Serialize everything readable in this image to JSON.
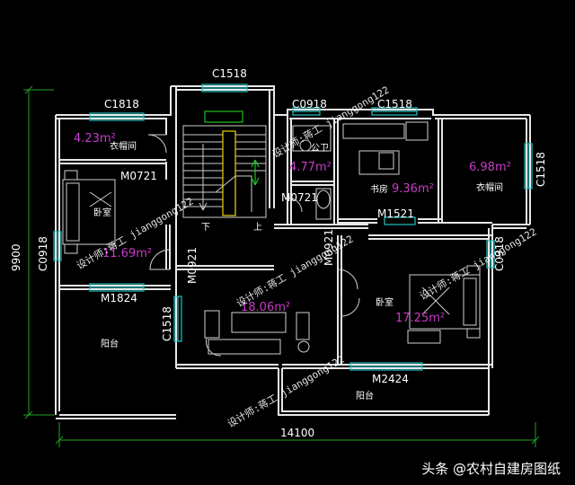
{
  "plan": {
    "windows": {
      "c1518_top": "C1518",
      "c1818": "C1818",
      "c0918_top": "C0918",
      "c1518_right_top": "C1518",
      "c1518_right_side": "C1518",
      "c0918_left": "C0918",
      "c1518_mid": "C1518",
      "c0918_right": "C0918"
    },
    "doors": {
      "m0721_left": "M0721",
      "m0721_mid": "M0721",
      "m1521": "M1521",
      "m0921": "M0921",
      "m0921_b": "M0921",
      "m1824": "M1824",
      "m2424": "M2424"
    },
    "rooms": {
      "closet_left": "衣帽间",
      "bedroom_left": "卧室",
      "bathroom": "公卫",
      "study": "书房",
      "closet_right": "衣帽间",
      "bedroom_right": "卧室",
      "balcony_left": "阳台",
      "balcony_bottom": "阳台",
      "stair_down": "下",
      "stair_up": "上"
    },
    "areas": {
      "closet_left": "4.23m²",
      "bedroom_left": "11.69m²",
      "bathroom": "4.77m²",
      "study": "9.36m²",
      "closet_right": "6.98m²",
      "living": "18.06m²",
      "bedroom_right": "17.25m²"
    },
    "dimensions": {
      "height": "9900",
      "width": "14100"
    },
    "watermark": "设计师:蒋工 jianggong122"
  },
  "footer": {
    "source": "头条 @农村自建房图纸"
  },
  "colors": {
    "background": "#000000",
    "wall": "#e8e8e8",
    "window": "#21c0c0",
    "area_text": "#c83cc8",
    "dimension": "#1fa31f",
    "stair_highlight": "#f2d600"
  }
}
